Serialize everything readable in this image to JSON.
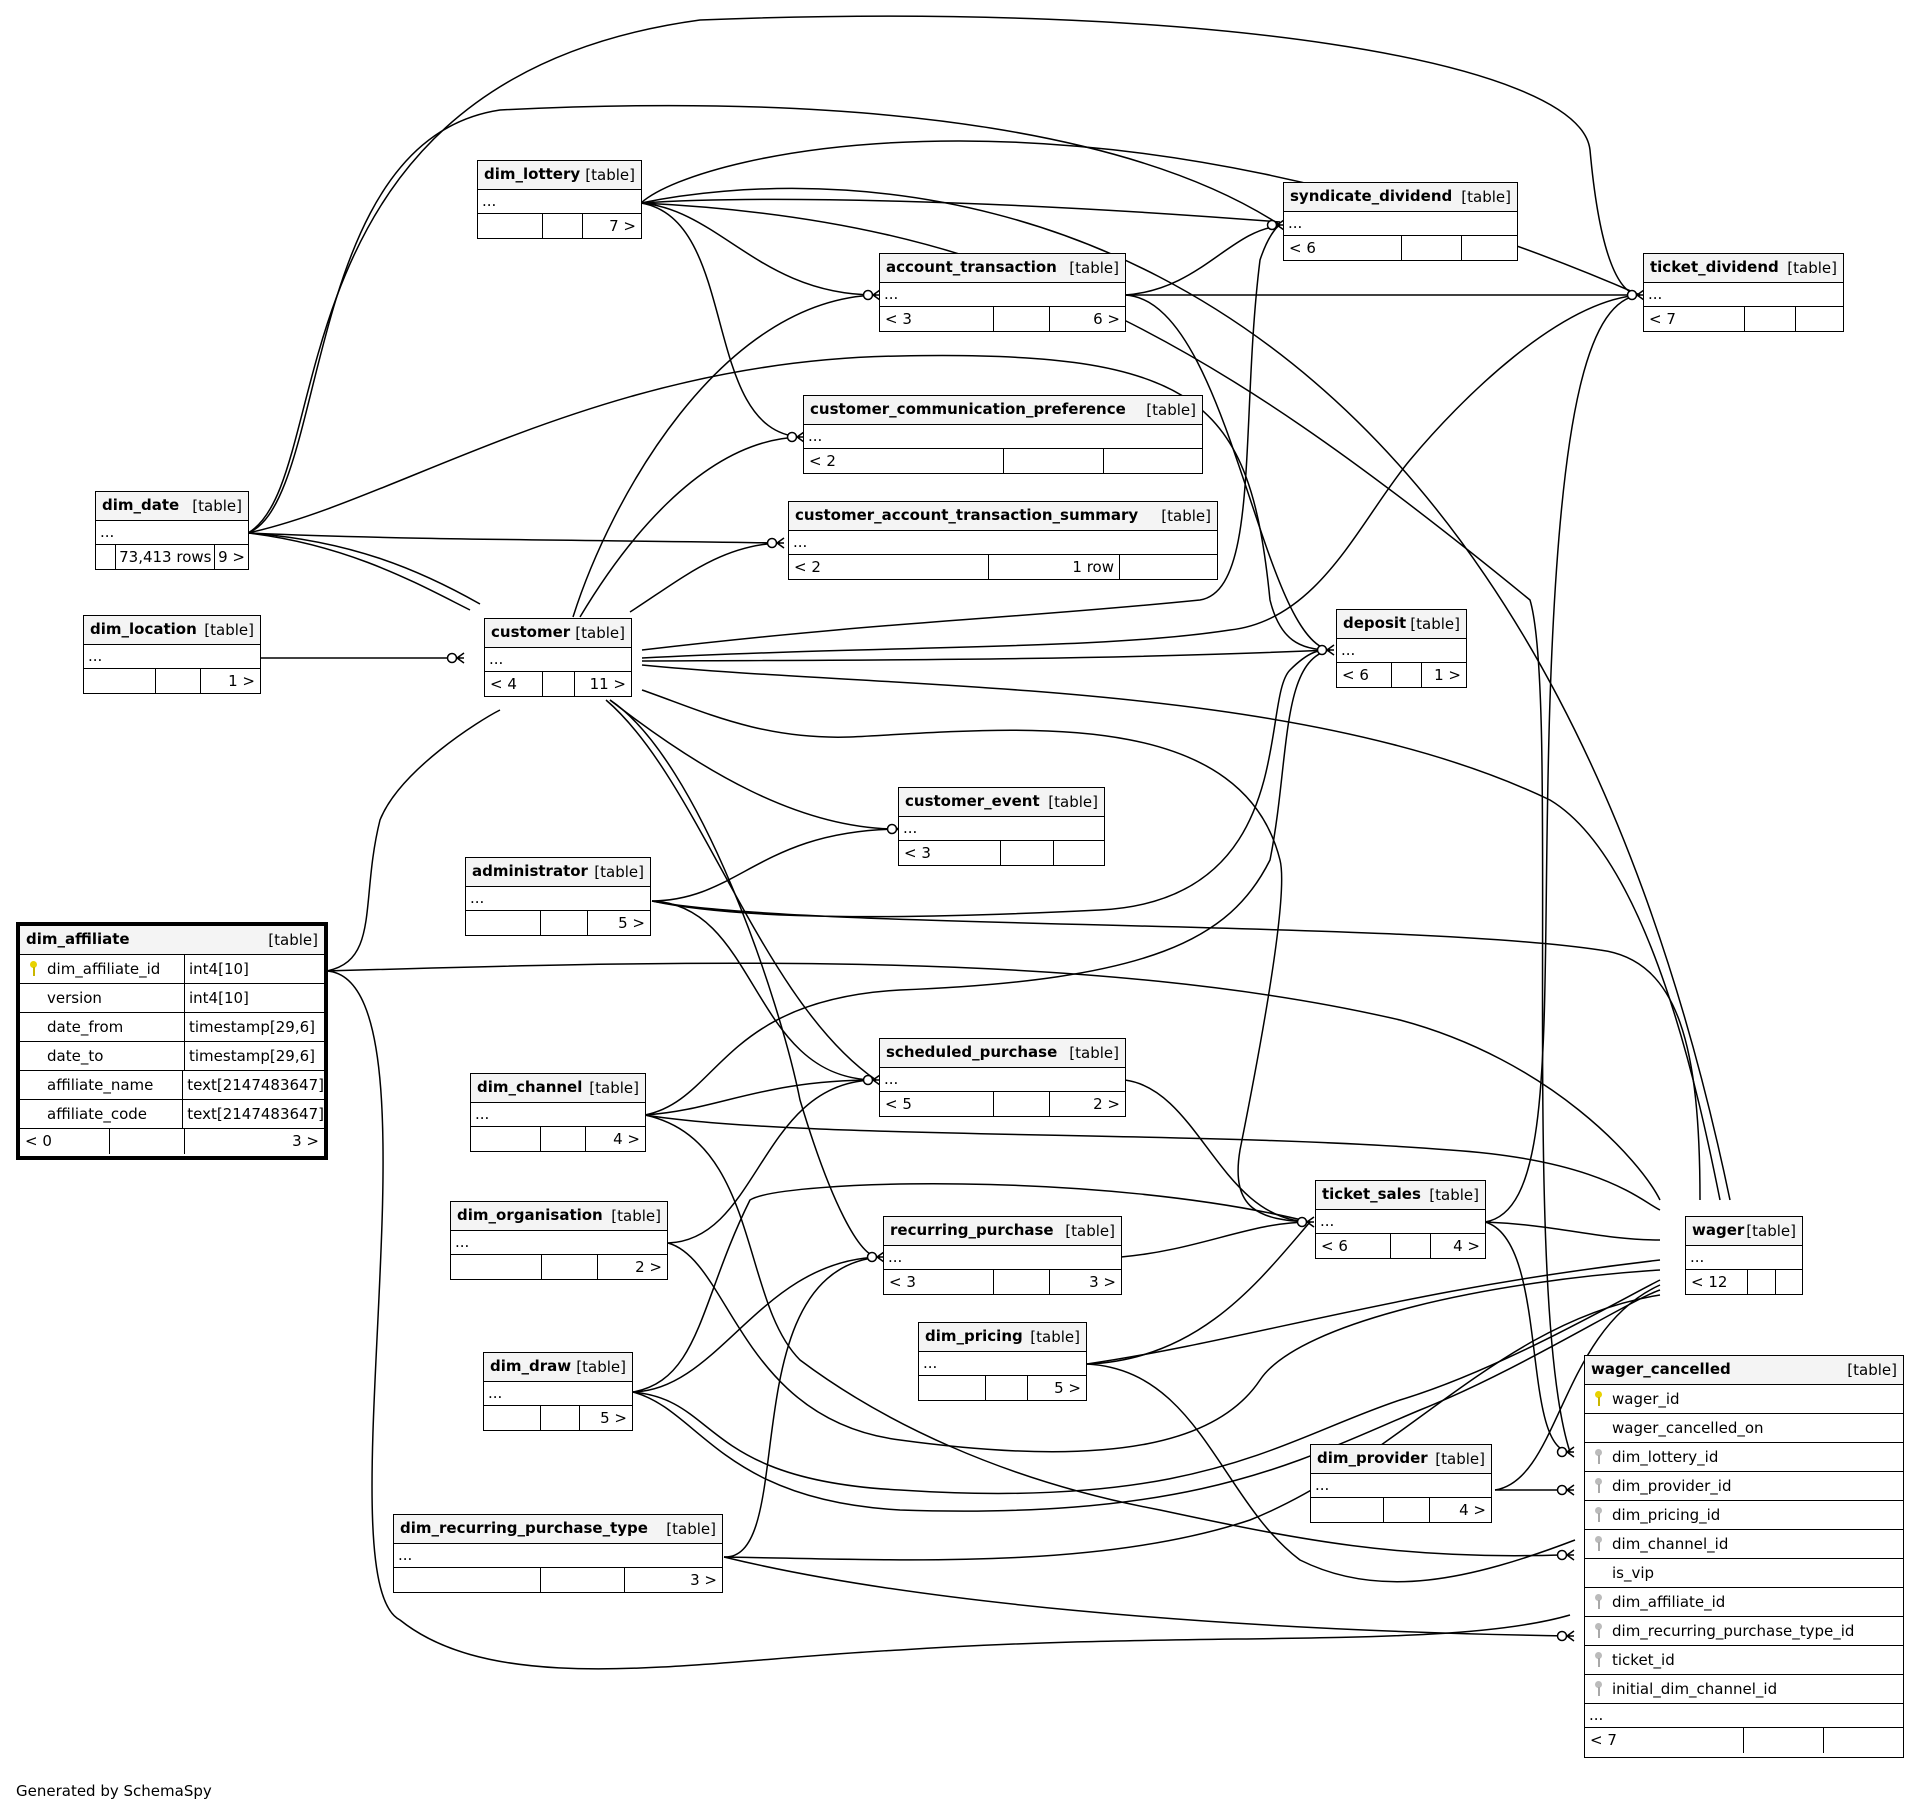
{
  "diagram": {
    "generated_by": "Generated by SchemaSpy",
    "tables": [
      {
        "id": "dim_lottery",
        "name": "dim_lottery",
        "type": "[table]",
        "dots": "...",
        "footer": [
          "",
          "",
          "7 >"
        ]
      },
      {
        "id": "syndicate_dividend",
        "name": "syndicate_dividend",
        "type": "[table]",
        "dots": "...",
        "footer": [
          "< 6",
          "",
          ""
        ]
      },
      {
        "id": "account_transaction",
        "name": "account_transaction",
        "type": "[table]",
        "dots": "...",
        "footer": [
          "< 3",
          "",
          "6 >"
        ]
      },
      {
        "id": "ticket_dividend",
        "name": "ticket_dividend",
        "type": "[table]",
        "dots": "...",
        "footer": [
          "< 7",
          "",
          ""
        ]
      },
      {
        "id": "customer_communication_preference",
        "name": "customer_communication_preference",
        "type": "[table]",
        "dots": "...",
        "footer": [
          "< 2",
          "",
          ""
        ]
      },
      {
        "id": "dim_date",
        "name": "dim_date",
        "type": "[table]",
        "dots": "...",
        "footer": [
          "",
          "73,413 rows",
          "9 >"
        ]
      },
      {
        "id": "customer_account_transaction_summary",
        "name": "customer_account_transaction_summary",
        "type": "[table]",
        "dots": "...",
        "footer": [
          "< 2",
          "1 row",
          ""
        ]
      },
      {
        "id": "dim_location",
        "name": "dim_location",
        "type": "[table]",
        "dots": "...",
        "footer": [
          "",
          "",
          "1 >"
        ]
      },
      {
        "id": "customer",
        "name": "customer",
        "type": "[table]",
        "dots": "...",
        "footer": [
          "< 4",
          "",
          "11 >"
        ]
      },
      {
        "id": "deposit",
        "name": "deposit",
        "type": "[table]",
        "dots": "...",
        "footer": [
          "< 6",
          "",
          "1 >"
        ]
      },
      {
        "id": "customer_event",
        "name": "customer_event",
        "type": "[table]",
        "dots": "...",
        "footer": [
          "< 3",
          "",
          ""
        ]
      },
      {
        "id": "administrator",
        "name": "administrator",
        "type": "[table]",
        "dots": "...",
        "footer": [
          "",
          "",
          "5 >"
        ]
      },
      {
        "id": "scheduled_purchase",
        "name": "scheduled_purchase",
        "type": "[table]",
        "dots": "...",
        "footer": [
          "< 5",
          "",
          "2 >"
        ]
      },
      {
        "id": "dim_channel",
        "name": "dim_channel",
        "type": "[table]",
        "dots": "...",
        "footer": [
          "",
          "",
          "4 >"
        ]
      },
      {
        "id": "ticket_sales",
        "name": "ticket_sales",
        "type": "[table]",
        "dots": "...",
        "footer": [
          "< 6",
          "",
          "4 >"
        ]
      },
      {
        "id": "wager",
        "name": "wager",
        "type": "[table]",
        "dots": "...",
        "footer": [
          "< 12",
          "",
          ""
        ]
      },
      {
        "id": "dim_organisation",
        "name": "dim_organisation",
        "type": "[table]",
        "dots": "...",
        "footer": [
          "",
          "",
          "2 >"
        ]
      },
      {
        "id": "recurring_purchase",
        "name": "recurring_purchase",
        "type": "[table]",
        "dots": "...",
        "footer": [
          "< 3",
          "",
          "3 >"
        ]
      },
      {
        "id": "dim_pricing",
        "name": "dim_pricing",
        "type": "[table]",
        "dots": "...",
        "footer": [
          "",
          "",
          "5 >"
        ]
      },
      {
        "id": "dim_draw",
        "name": "dim_draw",
        "type": "[table]",
        "dots": "...",
        "footer": [
          "",
          "",
          "5 >"
        ]
      },
      {
        "id": "dim_provider",
        "name": "dim_provider",
        "type": "[table]",
        "dots": "...",
        "footer": [
          "",
          "",
          "4 >"
        ]
      },
      {
        "id": "dim_recurring_purchase_type",
        "name": "dim_recurring_purchase_type",
        "type": "[table]",
        "dots": "...",
        "footer": [
          "",
          "",
          "3 >"
        ]
      }
    ],
    "dim_affiliate": {
      "name": "dim_affiliate",
      "type": "[table]",
      "columns": [
        {
          "name": "dim_affiliate_id",
          "type": "int4[10]",
          "key": "pk"
        },
        {
          "name": "version",
          "type": "int4[10]",
          "key": ""
        },
        {
          "name": "date_from",
          "type": "timestamp[29,6]",
          "key": ""
        },
        {
          "name": "date_to",
          "type": "timestamp[29,6]",
          "key": ""
        },
        {
          "name": "affiliate_name",
          "type": "text[2147483647]",
          "key": ""
        },
        {
          "name": "affiliate_code",
          "type": "text[2147483647]",
          "key": ""
        }
      ],
      "footer": [
        "< 0",
        "",
        "3 >"
      ]
    },
    "wager_cancelled": {
      "name": "wager_cancelled",
      "type": "[table]",
      "columns": [
        {
          "name": "wager_id",
          "key": "pk"
        },
        {
          "name": "wager_cancelled_on",
          "key": ""
        },
        {
          "name": "dim_lottery_id",
          "key": "fk"
        },
        {
          "name": "dim_provider_id",
          "key": "fk"
        },
        {
          "name": "dim_pricing_id",
          "key": "fk"
        },
        {
          "name": "dim_channel_id",
          "key": "fk"
        },
        {
          "name": "is_vip",
          "key": ""
        },
        {
          "name": "dim_affiliate_id",
          "key": "fk"
        },
        {
          "name": "dim_recurring_purchase_type_id",
          "key": "fk"
        },
        {
          "name": "ticket_id",
          "key": "fk"
        },
        {
          "name": "initial_dim_channel_id",
          "key": "fk"
        }
      ],
      "dots": "...",
      "footer": [
        "< 7",
        "",
        ""
      ]
    },
    "relationships": [
      {
        "from": "dim_lottery",
        "to": "syndicate_dividend"
      },
      {
        "from": "dim_lottery",
        "to": "account_transaction"
      },
      {
        "from": "dim_lottery",
        "to": "ticket_dividend"
      },
      {
        "from": "dim_lottery",
        "to": "customer_communication_preference"
      },
      {
        "from": "dim_lottery",
        "to": "wager"
      },
      {
        "from": "dim_lottery",
        "to": "ticket_sales"
      },
      {
        "from": "dim_date",
        "to": "customer"
      },
      {
        "from": "dim_date",
        "to": "customer_account_transaction_summary"
      },
      {
        "from": "dim_date",
        "to": "syndicate_dividend"
      },
      {
        "from": "dim_date",
        "to": "ticket_dividend"
      },
      {
        "from": "dim_date",
        "to": "deposit"
      },
      {
        "from": "dim_location",
        "to": "customer"
      },
      {
        "from": "customer",
        "to": "account_transaction"
      },
      {
        "from": "customer",
        "to": "customer_communication_preference"
      },
      {
        "from": "customer",
        "to": "customer_account_transaction_summary"
      },
      {
        "from": "customer",
        "to": "syndicate_dividend"
      },
      {
        "from": "customer",
        "to": "ticket_dividend"
      },
      {
        "from": "customer",
        "to": "deposit"
      },
      {
        "from": "customer",
        "to": "customer_event"
      },
      {
        "from": "customer",
        "to": "scheduled_purchase"
      },
      {
        "from": "customer",
        "to": "recurring_purchase"
      },
      {
        "from": "customer",
        "to": "ticket_sales"
      },
      {
        "from": "customer",
        "to": "wager"
      },
      {
        "from": "account_transaction",
        "to": "syndicate_dividend"
      },
      {
        "from": "account_transaction",
        "to": "ticket_dividend"
      },
      {
        "from": "account_transaction",
        "to": "deposit"
      },
      {
        "from": "administrator",
        "to": "customer_event"
      },
      {
        "from": "administrator",
        "to": "deposit"
      },
      {
        "from": "administrator",
        "to": "scheduled_purchase"
      },
      {
        "from": "administrator",
        "to": "wager"
      },
      {
        "from": "dim_affiliate",
        "to": "customer"
      },
      {
        "from": "dim_affiliate",
        "to": "wager"
      },
      {
        "from": "dim_affiliate",
        "to": "wager_cancelled"
      },
      {
        "from": "dim_channel",
        "to": "deposit"
      },
      {
        "from": "dim_channel",
        "to": "scheduled_purchase"
      },
      {
        "from": "dim_channel",
        "to": "wager"
      },
      {
        "from": "dim_channel",
        "to": "wager_cancelled"
      },
      {
        "from": "dim_organisation",
        "to": "scheduled_purchase"
      },
      {
        "from": "dim_organisation",
        "to": "wager"
      },
      {
        "from": "dim_draw",
        "to": "ticket_sales"
      },
      {
        "from": "dim_draw",
        "to": "recurring_purchase"
      },
      {
        "from": "dim_draw",
        "to": "wager"
      },
      {
        "from": "dim_draw",
        "to": "wager"
      },
      {
        "from": "scheduled_purchase",
        "to": "ticket_sales"
      },
      {
        "from": "recurring_purchase",
        "to": "ticket_sales"
      },
      {
        "from": "dim_pricing",
        "to": "ticket_sales"
      },
      {
        "from": "dim_pricing",
        "to": "wager"
      },
      {
        "from": "dim_pricing",
        "to": "wager_cancelled"
      },
      {
        "from": "ticket_sales",
        "to": "ticket_dividend"
      },
      {
        "from": "ticket_sales",
        "to": "wager"
      },
      {
        "from": "ticket_sales",
        "to": "wager_cancelled"
      },
      {
        "from": "dim_provider",
        "to": "wager"
      },
      {
        "from": "dim_provider",
        "to": "wager_cancelled"
      },
      {
        "from": "dim_recurring_purchase_type",
        "to": "recurring_purchase"
      },
      {
        "from": "dim_recurring_purchase_type",
        "to": "wager"
      },
      {
        "from": "dim_recurring_purchase_type",
        "to": "wager_cancelled"
      }
    ]
  }
}
